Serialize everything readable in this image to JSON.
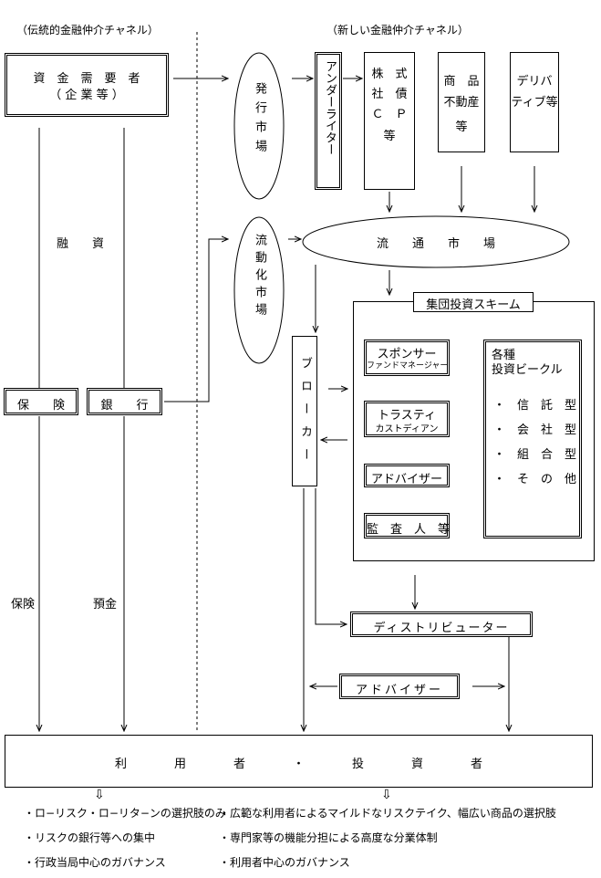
{
  "headers": {
    "traditional": "（伝統的金融仲介チャネル）",
    "new": "（新しい金融仲介チャネル）"
  },
  "left": {
    "demander": [
      "資　金　需　要　者",
      "（ 企 業 等 ）"
    ],
    "loan_label": "融　　資",
    "insurance": "保　　険",
    "bank": "銀　　行",
    "insurance_flow": "保険",
    "deposit_flow": "預金"
  },
  "markets": {
    "issue_market": "発行市場",
    "liquidity_market": "流動化市場",
    "circulation_market": "流　　通　　市　　場"
  },
  "new_channel": {
    "underwriter": "アンダーライター",
    "securities": [
      "株　式",
      "社　債",
      "Ｃ　Ｐ",
      "等"
    ],
    "products": [
      "商　品",
      "不動産",
      "等"
    ],
    "derivatives": [
      "デリバ",
      "ティブ等"
    ],
    "broker": "ブローカー",
    "scheme_title": "集団投資スキーム",
    "sponsor": [
      "スポンサー",
      "ファンドマネージャー"
    ],
    "trustee": [
      "トラスティ",
      "カストディアン"
    ],
    "adviser_inner": "アドバイザー",
    "auditor": "監　査　人　等",
    "vehicles_title": [
      "各種",
      "投資ビークル"
    ],
    "vehicles": [
      "・　信　託　型",
      "・　会　社　型",
      "・　組　合　型",
      "・　そ　の　他"
    ],
    "distributor": "ディストリビューター",
    "adviser_outer": "アドバイザー"
  },
  "bottom": {
    "users": "利　　　　用　　　　者　　　　・　　　　投　　　　資　　　　者",
    "arrow_glyph": "⇩",
    "left_notes": [
      "・ロ−リスク・ロ−リタ−ンの選択肢のみ",
      "・リスクの銀行等への集中",
      "・行政当局中心のガバナンス"
    ],
    "right_notes": [
      "・広範な利用者によるマイルドなリスクテイク、幅広い商品の選択肢",
      "・専門家等の機能分担による高度な分業体制",
      "・利用者中心のガバナンス"
    ]
  }
}
